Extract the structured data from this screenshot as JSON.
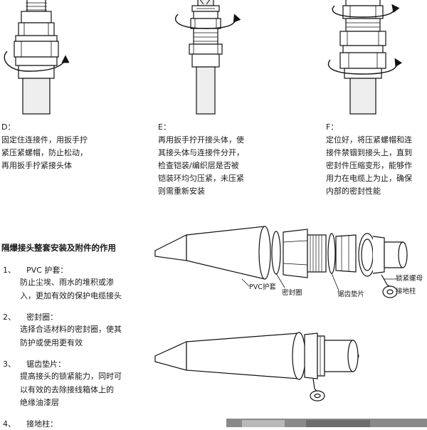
{
  "steps": [
    {
      "label": "D：",
      "text": "固定住连接件，用扳手拧\n紧压紧螺帽，防止松动，\n再用扳手拧紧接头体"
    },
    {
      "label": "E：",
      "text": "再用扳手拧开接头体，使\n其接头体与连接件分开，\n检查铠装/编织层是否被\n铠装环均匀压紧，未压紧\n则需重新安装"
    },
    {
      "label": "F：",
      "text": "定位好，将压紧螺帽和连\n接件禁锢到接头上，直到\n密封件压缩变形，能够作\n用力在电缆上为止，确保\n内部的密封性能"
    }
  ],
  "section": {
    "title": "隔爆接头整套安装及附件的作用",
    "items": [
      {
        "num": "1、",
        "title": "PVC 护套：",
        "desc": "防止尘埃、雨水的堆积或渗\n入，更加有效的保护电缆接头"
      },
      {
        "num": "2、",
        "title": "密封圈：",
        "desc": "选择合适材料的密封圈，使其\n防护或使用更有效"
      },
      {
        "num": "3、",
        "title": "锯齿垫片：",
        "desc": "提高接头的锁紧能力，同时可\n以有效的去除接线箱体上的\n绝缘油漆层"
      },
      {
        "num": "4、",
        "title": "接地柱：",
        "desc": ""
      }
    ]
  },
  "callouts": {
    "pvc": "PVC护套",
    "seal": "密封圈",
    "washer": "锯齿垫片",
    "locknut": "锁紧螺母",
    "ground": "接地柱"
  }
}
